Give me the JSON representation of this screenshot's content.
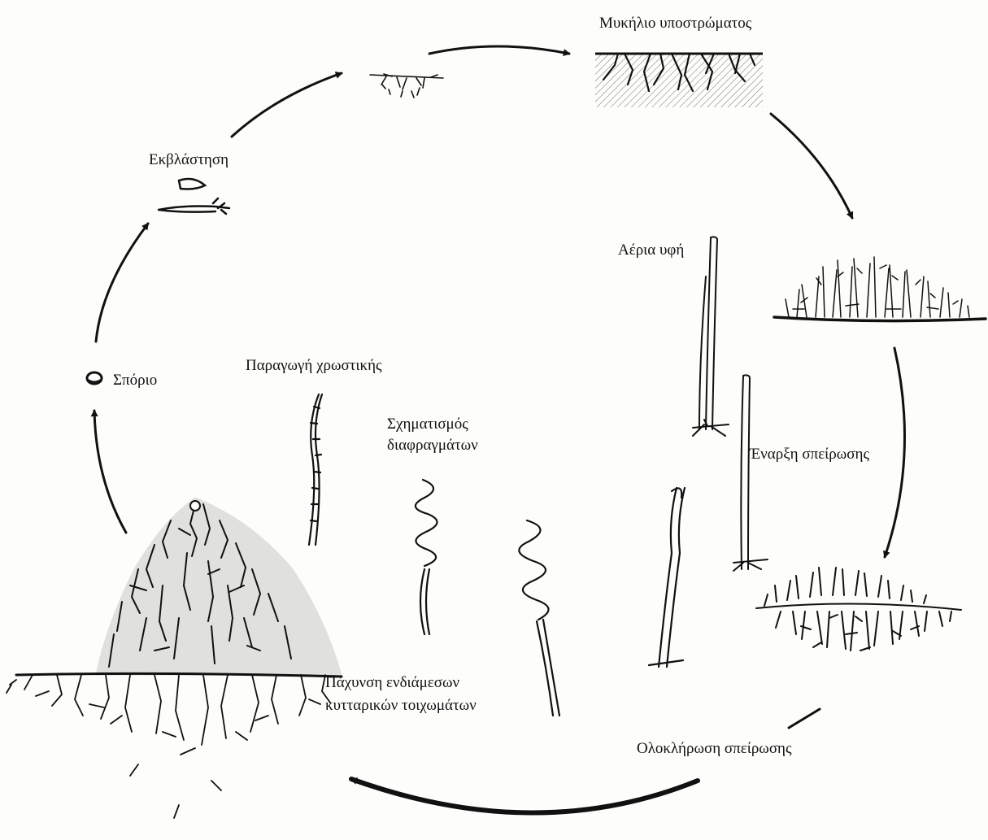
{
  "diagram": {
    "stages": {
      "spore": "Σπόριο",
      "germination": "Εκβλάστηση",
      "substrate_mycelium": "Μυκήλιο υποστρώματος",
      "aerial_hypha": "Αέρια υφή",
      "sporulation_start": "Έναρξη σπείρωσης",
      "sporulation_complete": "Ολοκλήρωση σπείρωσης",
      "pigment_production": "Παραγωγή χρωστικής",
      "septum_formation": [
        "Σχηματισμός",
        "διαφραγμάτων"
      ],
      "wall_thickening": [
        "Πάχυνση ενδιάμεσων",
        "κυτταρικών τοιχωμάτων"
      ]
    },
    "colors": {
      "ink": "#111111",
      "paper": "#fdfdfb"
    }
  }
}
